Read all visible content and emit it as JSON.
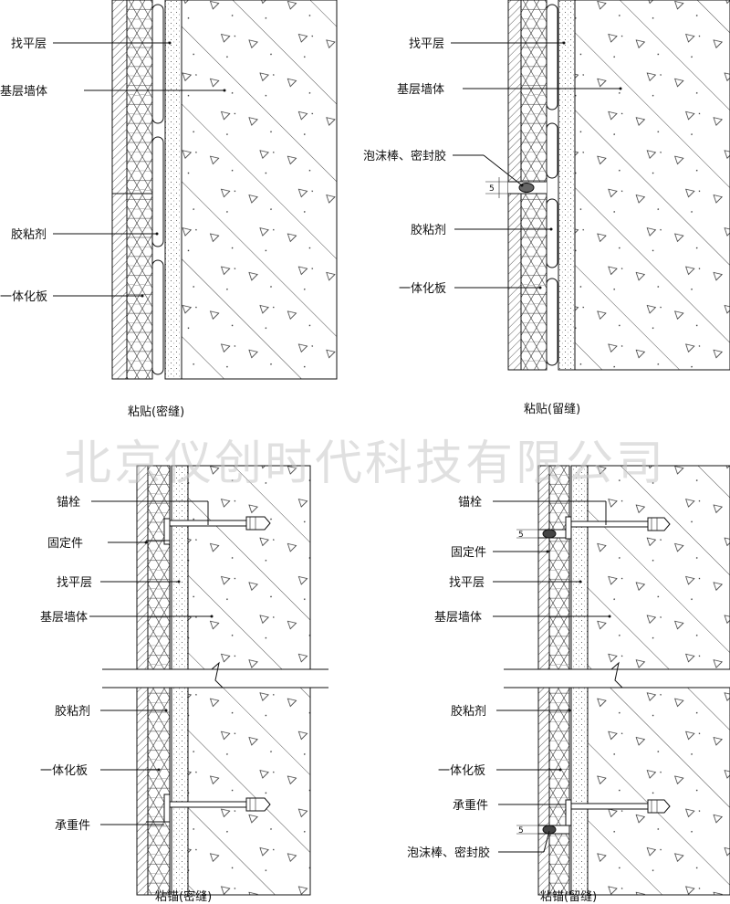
{
  "watermark": "北京仪创时代科技有限公司",
  "panels": [
    {
      "caption": "粘贴(密缝)",
      "labels": [
        "找平层",
        "基层墙体",
        "胶粘剂",
        "一体化板"
      ]
    },
    {
      "caption": "粘贴(留缝)",
      "labels": [
        "找平层",
        "基层墙体",
        "泡沫棒、密封胶",
        "胶粘剂",
        "一体化板"
      ],
      "dimension": "5"
    },
    {
      "caption": "粘锚(密缝)",
      "labels": [
        "锚栓",
        "固定件",
        "找平层",
        "基层墙体",
        "胶粘剂",
        "一体化板",
        "承重件"
      ]
    },
    {
      "caption": "粘锚(留缝)",
      "labels": [
        "锚栓",
        "固定件",
        "找平层",
        "基层墙体",
        "胶粘剂",
        "一体化板",
        "承重件",
        "泡沫棒、密封胶"
      ],
      "dimension": "5"
    }
  ]
}
